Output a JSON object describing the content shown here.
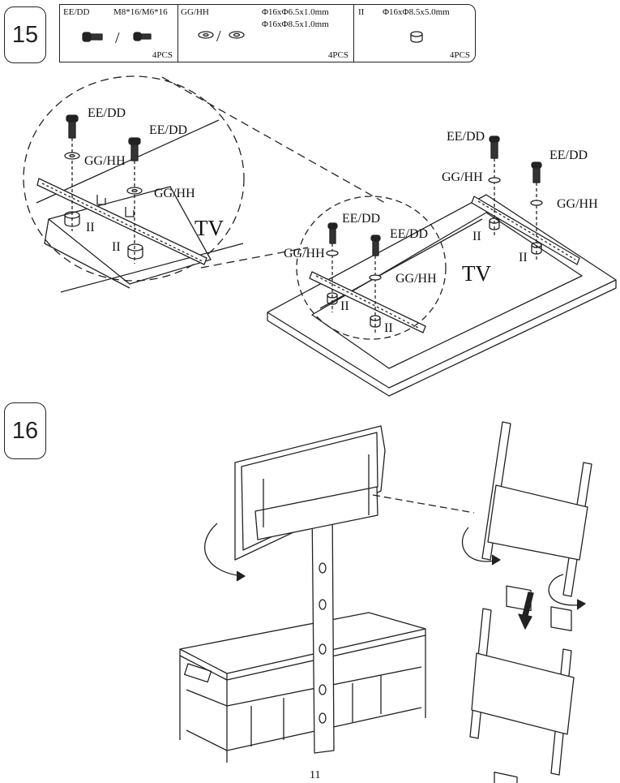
{
  "steps": [
    {
      "number": "15"
    },
    {
      "number": "16"
    }
  ],
  "parts_table": [
    {
      "code": "EE/DD",
      "spec": [
        "M8*16/M6*16"
      ],
      "qty": "4PCS",
      "separator": "/"
    },
    {
      "code": "GG/HH",
      "spec": [
        "Φ16xΦ6.5x1.0mm",
        "Φ16xΦ8.5x1.0mm"
      ],
      "qty": "4PCS",
      "separator": "/"
    },
    {
      "code": "II",
      "spec": [
        "Φ16xΦ8.5x5.0mm"
      ],
      "qty": "4PCS"
    }
  ],
  "callouts": {
    "screw": "EE/DD",
    "washer": "GG/HH",
    "spacer": "II",
    "tv": "TV"
  },
  "page_number": "11"
}
